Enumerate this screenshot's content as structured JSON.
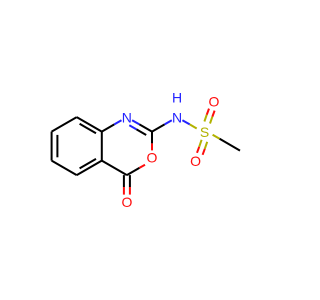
{
  "molecule": {
    "atoms": [
      {
        "id": "N1",
        "label": "N",
        "color": "#2323ff"
      },
      {
        "id": "O1",
        "label": "O",
        "color": "#ff0d0d"
      },
      {
        "id": "O2",
        "label": "O",
        "color": "#ff0d0d"
      },
      {
        "id": "N2",
        "label": "N",
        "color": "#2323ff"
      },
      {
        "id": "H1",
        "label": "H",
        "color": "#2323ff"
      },
      {
        "id": "S1",
        "label": "S",
        "color": "#b2b200"
      },
      {
        "id": "O3",
        "label": "O",
        "color": "#ff0d0d"
      },
      {
        "id": "O4",
        "label": "O",
        "color": "#ff0d0d"
      }
    ]
  },
  "colors": {
    "carbon_bond": "#000000",
    "nitrogen": "#2323ff",
    "oxygen": "#ff0d0d",
    "sulfur": "#b2b200",
    "background": "#ffffff"
  }
}
